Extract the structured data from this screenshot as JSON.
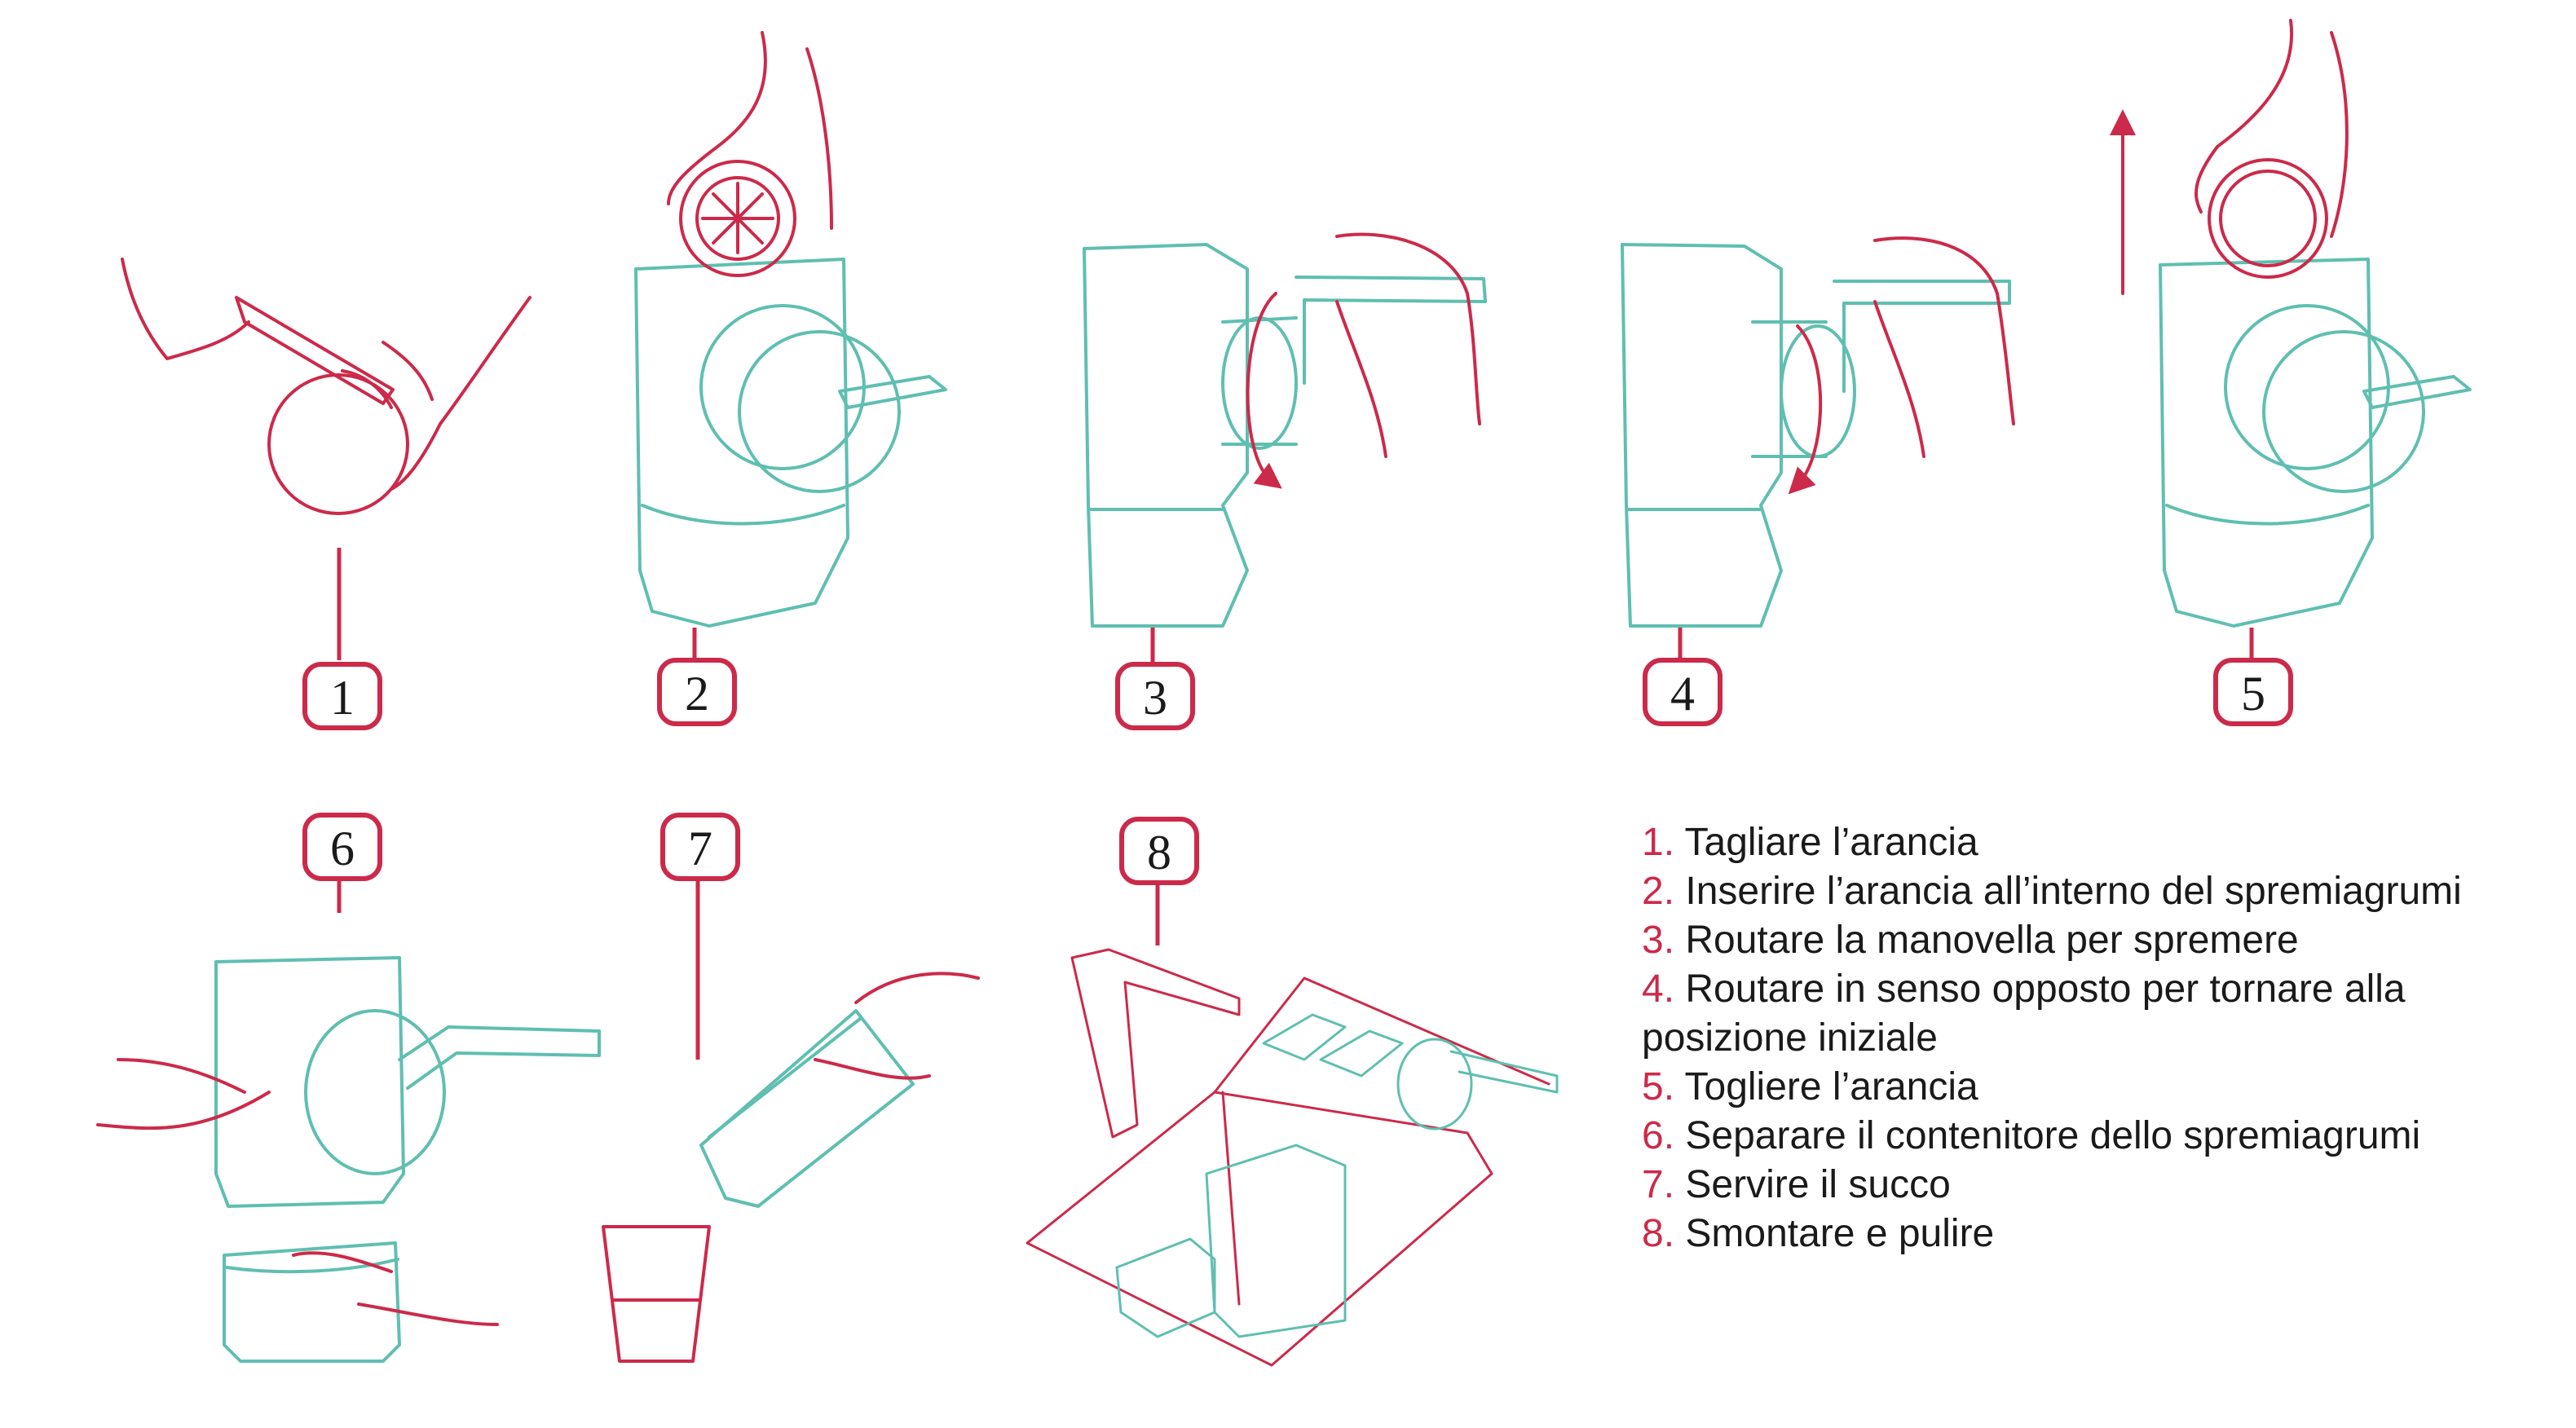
{
  "colors": {
    "accent_red": "#cc2a4a",
    "accent_teal": "#5fbfb0",
    "text": "#1a1a1a"
  },
  "badges": [
    "1",
    "2",
    "3",
    "4",
    "5",
    "6",
    "7",
    "8"
  ],
  "steps": [
    {
      "num": "1.",
      "text": "Tagliare l’arancia"
    },
    {
      "num": "2.",
      "text": "Inserire l’arancia all’interno del spremiagrumi"
    },
    {
      "num": "3.",
      "text": "Routare la manovella per spremere"
    },
    {
      "num": "4.",
      "text": "Routare in senso opposto per tornare alla posizione iniziale"
    },
    {
      "num": "5.",
      "text": "Togliere l’arancia"
    },
    {
      "num": "6.",
      "text": "Separare il contenitore dello spremiagrumi"
    },
    {
      "num": "7.",
      "text": "Servire il succo"
    },
    {
      "num": "8.",
      "text": "Smontare e pulire"
    }
  ]
}
